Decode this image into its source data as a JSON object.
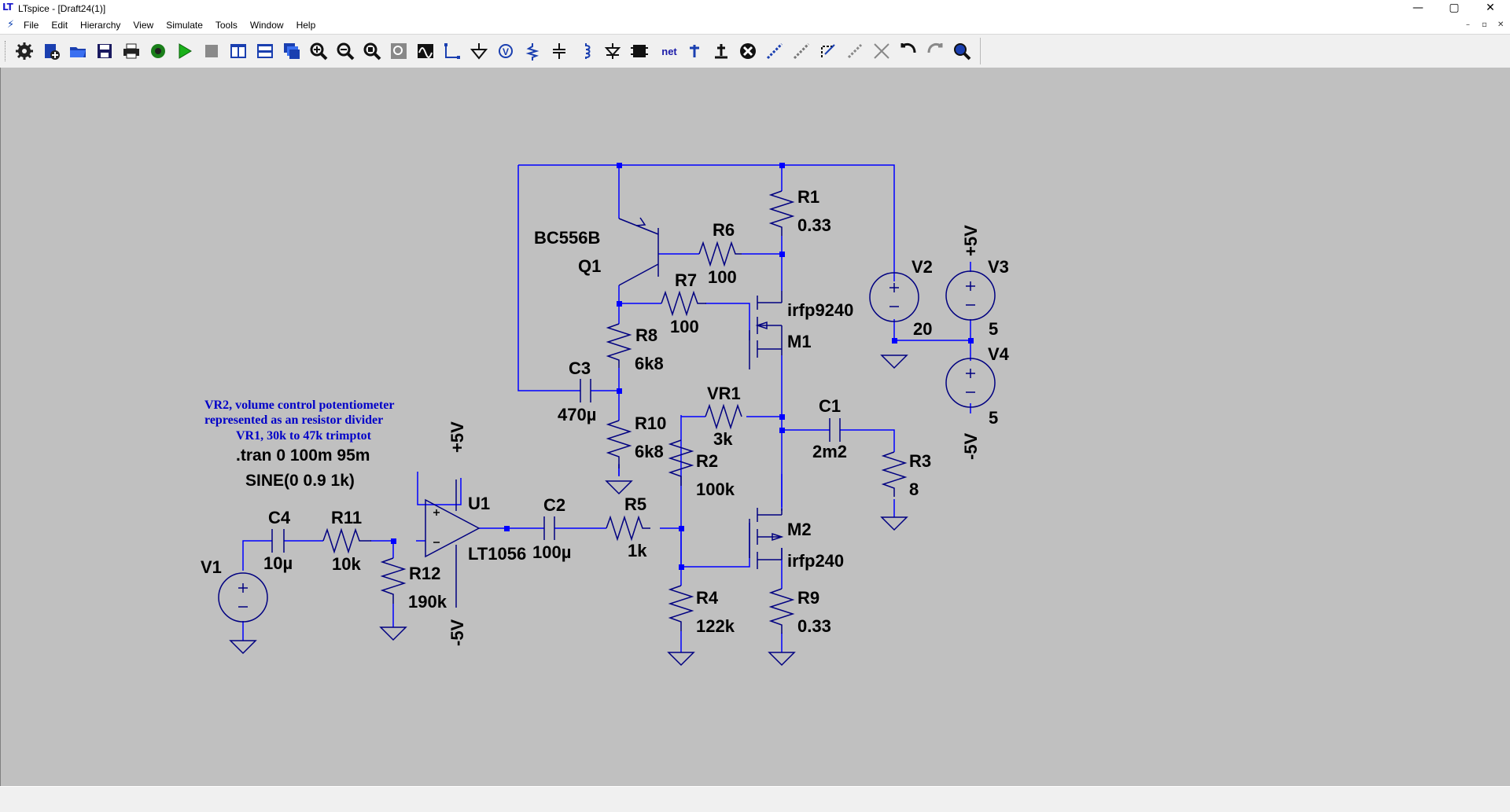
{
  "window": {
    "title": "LTspice - [Draft24(1)]",
    "controls": {
      "minimize": "—",
      "maximize": "▢",
      "close": "✕"
    }
  },
  "menu": {
    "items": [
      {
        "label": "File"
      },
      {
        "label": "Edit"
      },
      {
        "label": "Hierarchy"
      },
      {
        "label": "View"
      },
      {
        "label": "Simulate"
      },
      {
        "label": "Tools"
      },
      {
        "label": "Window"
      },
      {
        "label": "Help"
      }
    ],
    "mdi_controls": {
      "minimize": "–",
      "restore": "▫",
      "close": "✕"
    }
  },
  "toolbar": {
    "net_label": "net",
    "buttons": [
      "gear-icon",
      "new-schematic-icon",
      "open-icon",
      "save-icon",
      "print-icon",
      "control-panel-icon",
      "run-icon",
      "halt-icon",
      "tile-vertical-icon",
      "tile-horizontal-icon",
      "cascade-icon",
      "zoom-in-icon",
      "zoom-out-icon",
      "zoom-fit-icon",
      "zoom-area-icon",
      "waveform-icon",
      "wire-icon",
      "ground-icon",
      "label-node-icon",
      "resistor-icon",
      "capacitor-icon",
      "inductor-icon",
      "diode-icon",
      "component-icon",
      "move-icon",
      "net-icon",
      "text-icon",
      "spice-directive-icon",
      "delete-icon",
      "drag-icon",
      "duplicate-icon",
      "undo-icon",
      "redo-icon",
      "find-icon"
    ]
  },
  "schematic": {
    "labels": {
      "R1": "R1",
      "R1v": "0.33",
      "R6": "R6",
      "R6v": "100",
      "Q1model": "BC556B",
      "Q1": "Q1",
      "R7": "R7",
      "R7v": "100",
      "M1model": "irfp9240",
      "M1": "M1",
      "V2": "V2",
      "V2v": "20",
      "V3": "V3",
      "V3v": "5",
      "V3node": "+5V",
      "V4": "V4",
      "V4v": "5",
      "V4node": "-5V",
      "R8": "R8",
      "R8v": "6k8",
      "C3": "C3",
      "C3v": "470µ",
      "R10": "R10",
      "R10v": "6k8",
      "VR1": "VR1",
      "VR1v": "3k",
      "C1": "C1",
      "C1v": "2m2",
      "R3": "R3",
      "R3v": "8",
      "R2": "R2",
      "R2v": "100k",
      "M2": "M2",
      "M2model": "irfp240",
      "R9": "R9",
      "R9v": "0.33",
      "R4": "R4",
      "R4v": "122k",
      "R5": "R5",
      "R5v": "1k",
      "C2": "C2",
      "C2v": "100µ",
      "U1": "U1",
      "U1model": "LT1056",
      "U1pos": "+5V",
      "U1neg": "-5V",
      "C4": "C4",
      "C4v": "10µ",
      "R11": "R11",
      "R11v": "10k",
      "R12": "R12",
      "R12v": "190k",
      "V1": "V1"
    },
    "comments": [
      "VR2, volume control potentiometer",
      "represented as an resistor divider",
      "VR1, 30k to 47k trimptot"
    ],
    "directives": {
      "tran": ".tran 0 100m 95m",
      "sine": "SINE(0 0.9 1k)"
    },
    "colors": {
      "wire": "#0000ff",
      "component": "#000080",
      "background": "#c0c0c0",
      "node": "#0000ff"
    }
  }
}
